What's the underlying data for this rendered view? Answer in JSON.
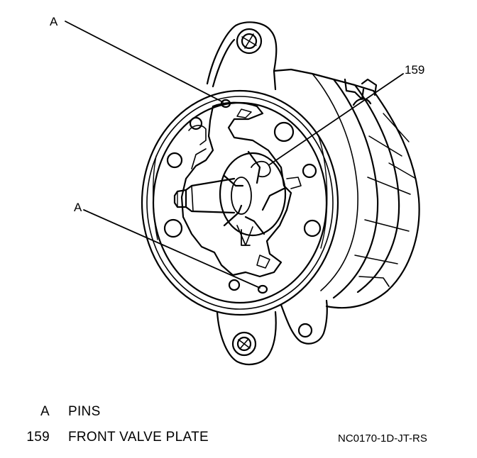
{
  "callouts": {
    "pin_top": "A",
    "valve_plate": "159",
    "pin_bottom": "A"
  },
  "legend": [
    {
      "key": "A",
      "description": "PINS"
    },
    {
      "key": "159",
      "description": "FRONT VALVE PLATE"
    }
  ],
  "figure_code": "NC0170-1D-JT-RS",
  "colors": {
    "ink": "#000000",
    "paper": "#ffffff"
  }
}
